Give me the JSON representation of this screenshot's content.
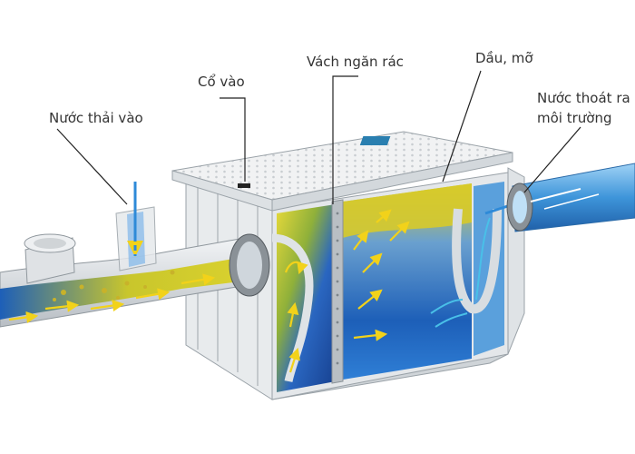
{
  "labels": {
    "waste_in": "Nước thải vào",
    "inlet_neck": "Cổ vào",
    "trash_screen": "Vách ngăn rác",
    "oil_grease": "Dầu, mỡ",
    "outlet_line1": "Nước thoát ra",
    "outlet_line2": "môi trường"
  },
  "colors": {
    "water_blue": "#1d5fb8",
    "grease_yellow": "#d8cf2a",
    "tank_body": "#eceff1",
    "lid": "#f4f5f6",
    "outlet_pipe": "#4aa3e0"
  }
}
